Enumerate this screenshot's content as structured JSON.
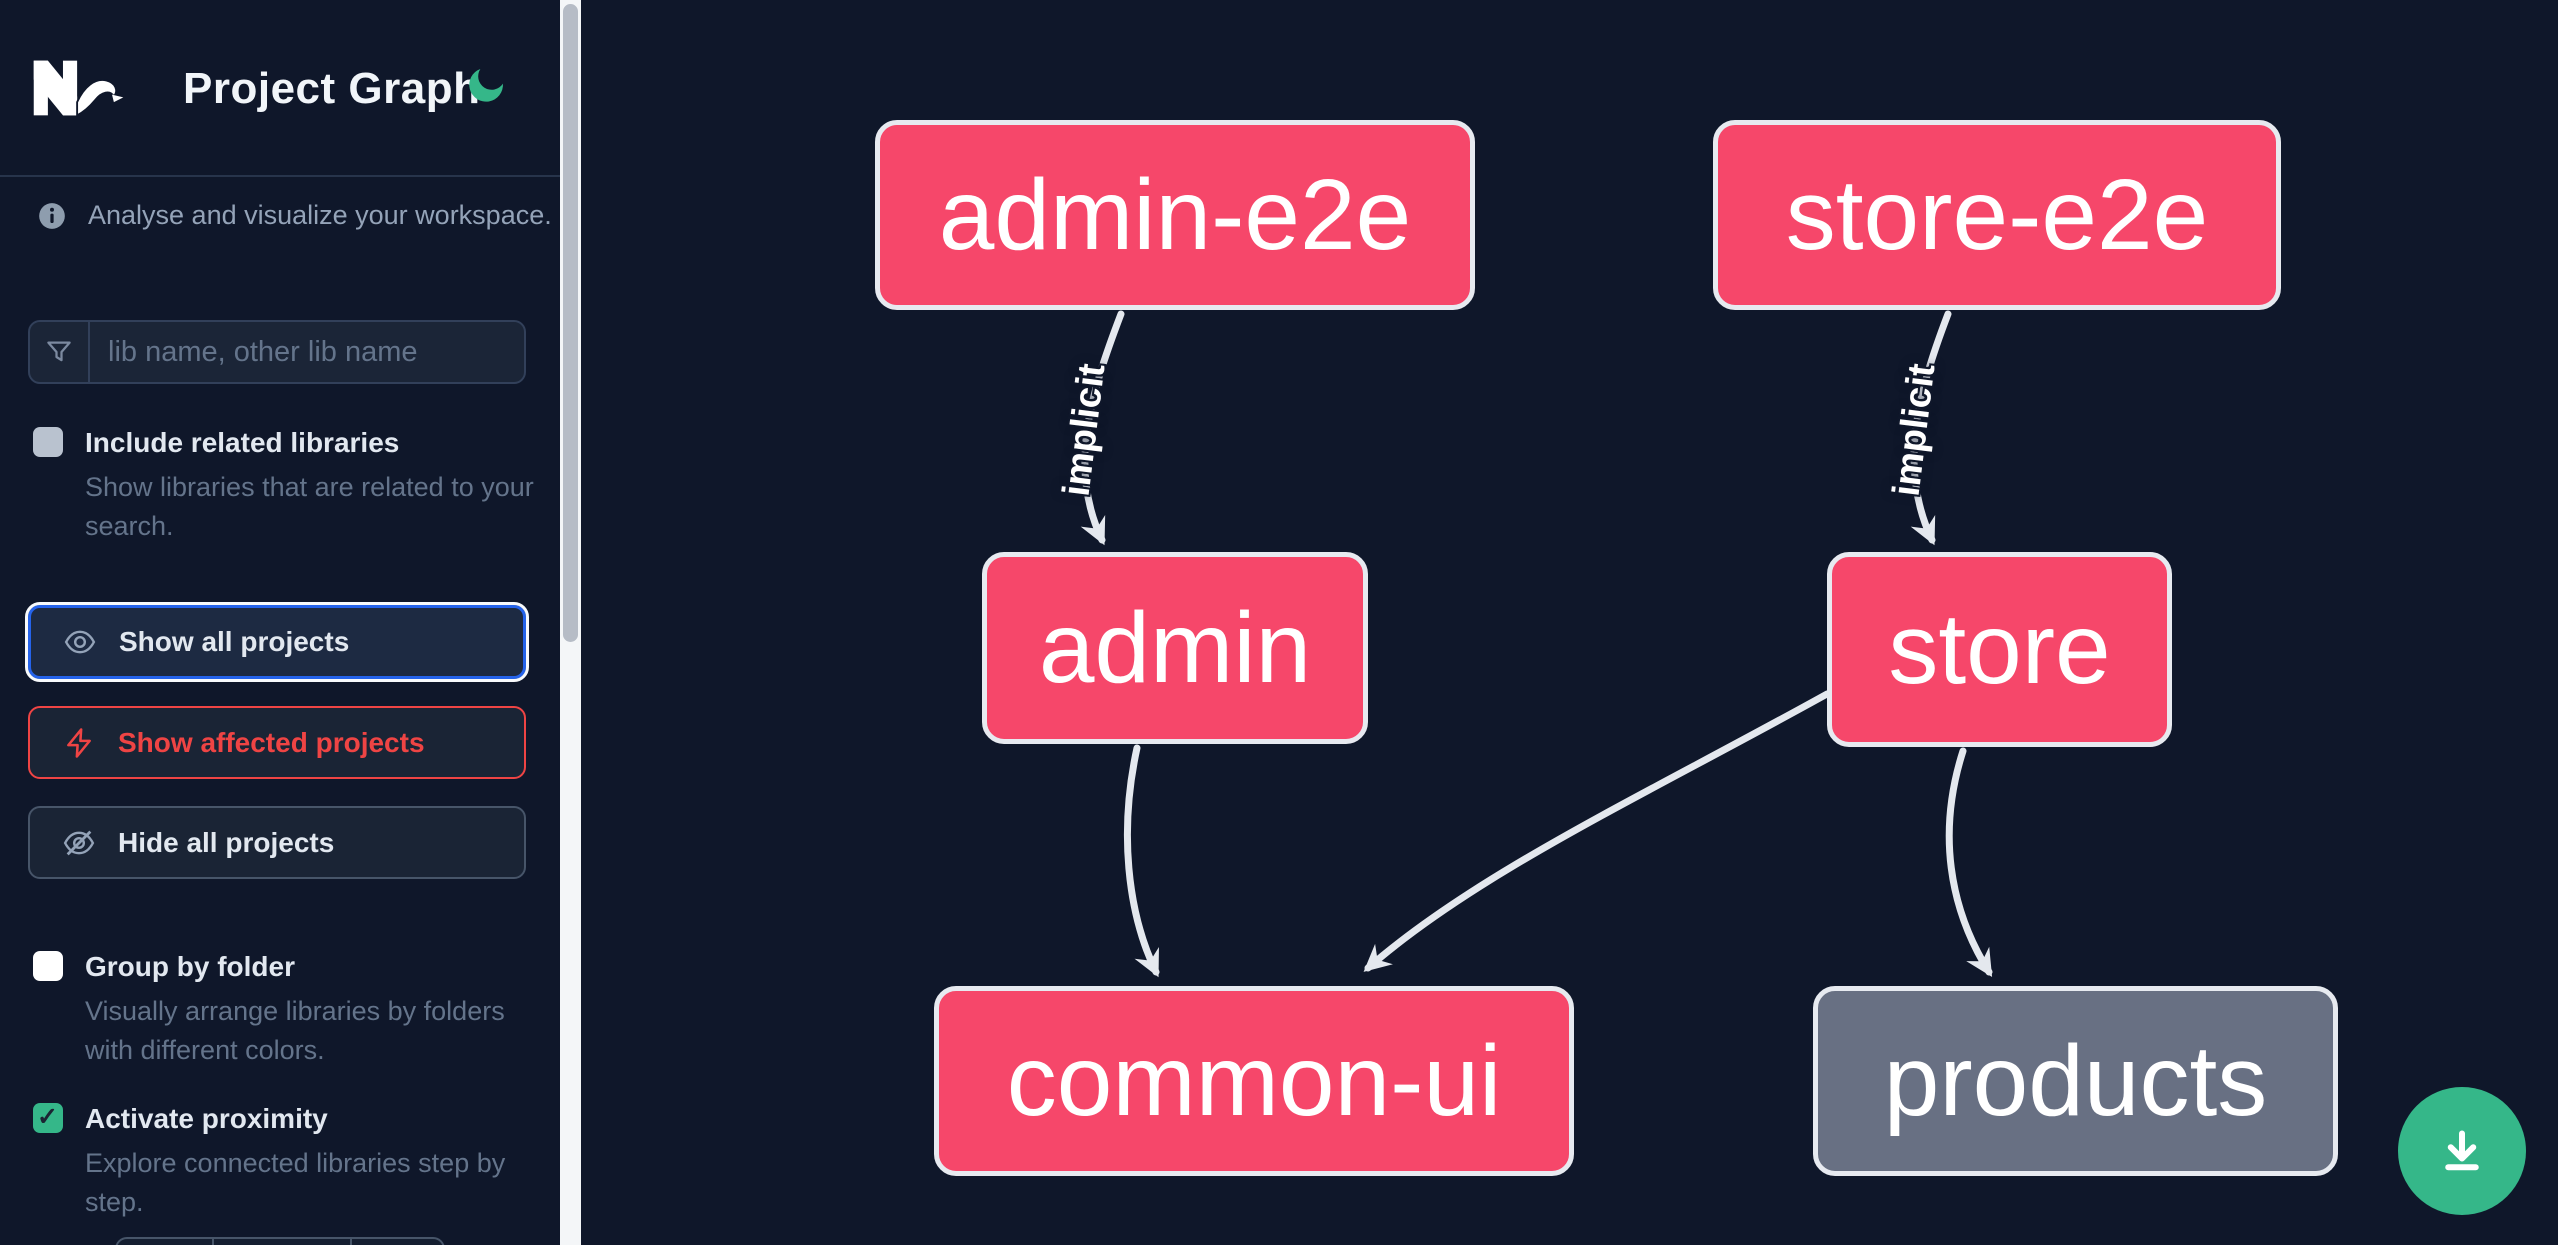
{
  "header": {
    "title": "Project Graph",
    "logo_icon": "nx-logo",
    "theme_toggle_icon": "moon-icon"
  },
  "sidebar": {
    "info_text": "Analyse and visualize your workspace.",
    "search": {
      "placeholder": "lib name, other lib name",
      "value": "",
      "icon": "funnel-icon"
    },
    "options": [
      {
        "id": "include-related-libraries",
        "label": "Include related libraries",
        "description": "Show libraries that are related to your search.",
        "checked": false
      },
      {
        "id": "group-by-folder",
        "label": "Group by folder",
        "description": "Visually arrange libraries by folders with different colors.",
        "checked": false
      },
      {
        "id": "activate-proximity",
        "label": "Activate proximity",
        "description": "Explore connected libraries step by step.",
        "checked": true
      }
    ],
    "buttons": [
      {
        "id": "show-all-projects",
        "label": "Show all projects",
        "icon": "eye-icon",
        "state": "focused",
        "accent": "#2563eb"
      },
      {
        "id": "show-affected-projects",
        "label": "Show affected projects",
        "icon": "bolt-icon",
        "accent": "#ef4444"
      },
      {
        "id": "hide-all-projects",
        "label": "Hide all projects",
        "icon": "eye-slash-icon",
        "accent": "#475569"
      }
    ]
  },
  "graph": {
    "nodes": [
      {
        "id": "admin-e2e",
        "label": "admin-e2e",
        "color": "#f6476a"
      },
      {
        "id": "store-e2e",
        "label": "store-e2e",
        "color": "#f6476a"
      },
      {
        "id": "admin",
        "label": "admin",
        "color": "#f6476a"
      },
      {
        "id": "store",
        "label": "store",
        "color": "#f6476a"
      },
      {
        "id": "common-ui",
        "label": "common-ui",
        "color": "#f6476a"
      },
      {
        "id": "products",
        "label": "products",
        "color": "#687083"
      }
    ],
    "edges": [
      {
        "source": "admin-e2e",
        "target": "admin",
        "label": "implicit"
      },
      {
        "source": "store-e2e",
        "target": "store",
        "label": "implicit"
      },
      {
        "source": "admin",
        "target": "common-ui",
        "label": ""
      },
      {
        "source": "store",
        "target": "common-ui",
        "label": ""
      },
      {
        "source": "store",
        "target": "products",
        "label": ""
      }
    ]
  },
  "fab": {
    "icon": "download-icon"
  },
  "colors": {
    "background": "#0f172a",
    "panel": "#1b2537",
    "node_pink": "#f6476a",
    "node_gray": "#687083",
    "node_border": "#e7eaf0",
    "edge": "#e4e8ee",
    "accent_blue": "#2563eb",
    "accent_red": "#ef4444",
    "accent_green": "#35b789",
    "muted_text": "#94a3b8"
  }
}
